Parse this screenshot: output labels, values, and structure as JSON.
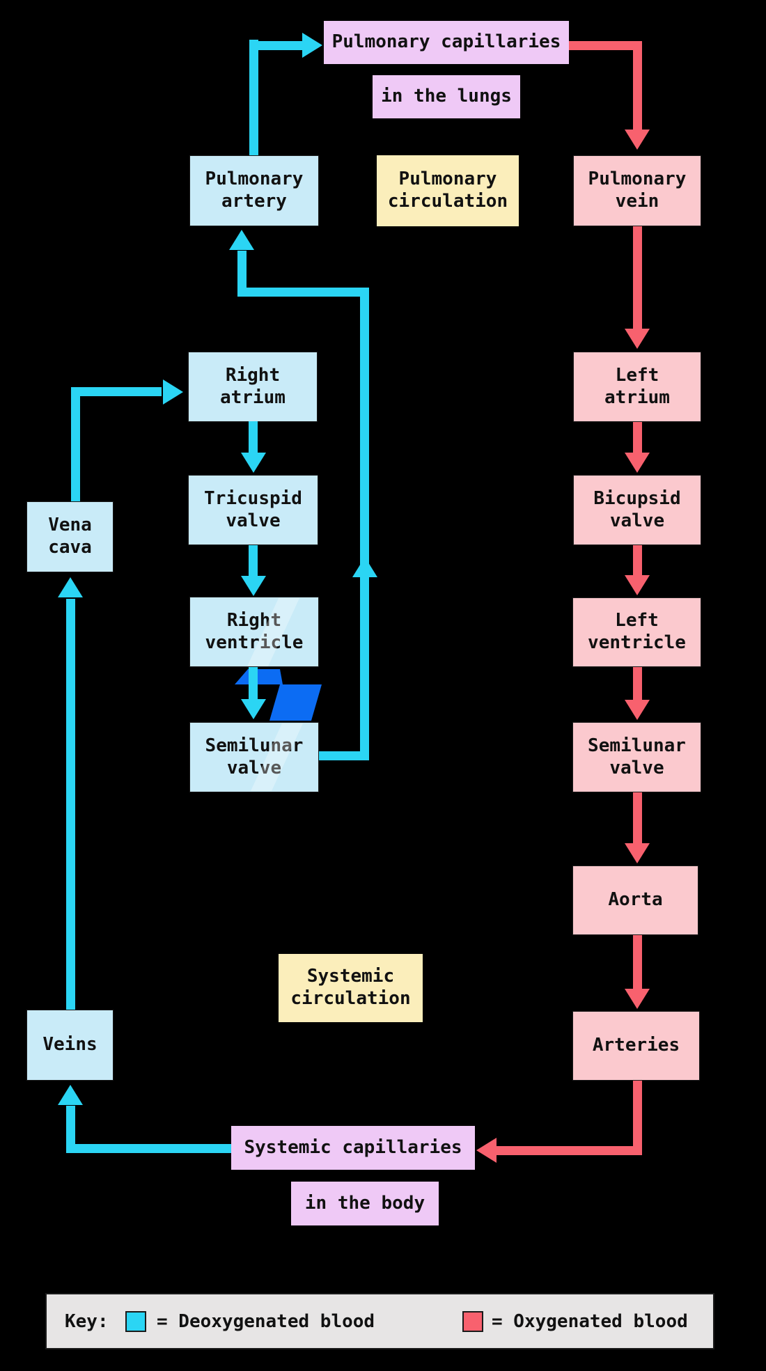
{
  "colors": {
    "background": "#000000",
    "box_blue": "#c9ebf8",
    "box_pink": "#fbc9ce",
    "box_purple": "#efc9f6",
    "box_yellow": "#fbeebb",
    "arrow_cyan": "#2bd5f4",
    "arrow_red": "#f8616e",
    "bolt_blue": "#0c6cf3",
    "key_bg": "#e7e5e5",
    "border_dark": "#1a1a1a",
    "text": "#111111"
  },
  "boxes": {
    "pulmonary_capillaries": {
      "label": "Pulmonary capillaries"
    },
    "in_the_lungs": {
      "label": "in the lungs"
    },
    "pulmonary_artery": {
      "label": "Pulmonary\nartery"
    },
    "pulmonary_circulation": {
      "label": "Pulmonary\ncirculation"
    },
    "pulmonary_vein": {
      "label": "Pulmonary\nvein"
    },
    "right_atrium": {
      "label": "Right\natrium"
    },
    "left_atrium": {
      "label": "Left\natrium"
    },
    "tricuspid_valve": {
      "label": "Tricuspid\nvalve"
    },
    "bicupsid_valve": {
      "label": "Bicupsid\nvalve"
    },
    "right_ventricle": {
      "label": "Right\nventricle"
    },
    "left_ventricle": {
      "label": "Left\nventricle"
    },
    "vena_cava": {
      "label": "Vena\ncava"
    },
    "semilunar_valve_left": {
      "label": "Semilunar\nvalve"
    },
    "semilunar_valve_right": {
      "label": "Semilunar\nvalve"
    },
    "aorta": {
      "label": "Aorta"
    },
    "systemic_circulation": {
      "label": "Systemic\ncirculation"
    },
    "arteries": {
      "label": "Arteries"
    },
    "veins": {
      "label": "Veins"
    },
    "systemic_capillaries": {
      "label": "Systemic capillaries"
    },
    "in_the_body": {
      "label": "in the body"
    }
  },
  "key": {
    "title": "Key:",
    "deoxygenated_label": "= Deoxygenated blood",
    "oxygenated_label": "= Oxygenated blood"
  },
  "flows": [
    {
      "from": "Vena cava",
      "to": "Right atrium",
      "blood": "deoxygenated"
    },
    {
      "from": "Right atrium",
      "to": "Tricuspid valve",
      "blood": "deoxygenated"
    },
    {
      "from": "Tricuspid valve",
      "to": "Right ventricle",
      "blood": "deoxygenated"
    },
    {
      "from": "Right ventricle",
      "to": "Semilunar valve",
      "blood": "deoxygenated"
    },
    {
      "from": "Semilunar valve",
      "to": "Pulmonary artery",
      "blood": "deoxygenated"
    },
    {
      "from": "Pulmonary artery",
      "to": "Pulmonary capillaries in the lungs",
      "blood": "deoxygenated"
    },
    {
      "from": "Pulmonary capillaries",
      "to": "Pulmonary vein",
      "blood": "oxygenated"
    },
    {
      "from": "Pulmonary vein",
      "to": "Left atrium",
      "blood": "oxygenated"
    },
    {
      "from": "Left atrium",
      "to": "Bicupsid valve",
      "blood": "oxygenated"
    },
    {
      "from": "Bicupsid valve",
      "to": "Left ventricle",
      "blood": "oxygenated"
    },
    {
      "from": "Left ventricle",
      "to": "Semilunar valve",
      "blood": "oxygenated"
    },
    {
      "from": "Semilunar valve",
      "to": "Aorta",
      "blood": "oxygenated"
    },
    {
      "from": "Aorta",
      "to": "Arteries",
      "blood": "oxygenated"
    },
    {
      "from": "Arteries",
      "to": "Systemic capillaries in the body",
      "blood": "oxygenated"
    },
    {
      "from": "Systemic capillaries",
      "to": "Veins",
      "blood": "deoxygenated"
    },
    {
      "from": "Veins",
      "to": "Vena cava",
      "blood": "deoxygenated"
    }
  ]
}
